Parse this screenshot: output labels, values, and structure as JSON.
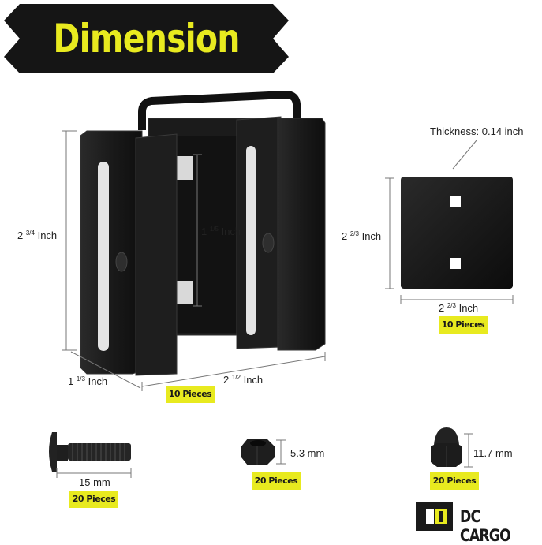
{
  "banner": {
    "title": "Dimension"
  },
  "bracket": {
    "height_label": "2 ",
    "height_frac": "3/4",
    "height_unit": " Inch",
    "inner_label": "1 ",
    "inner_frac": "1/5",
    "inner_unit": " Inch",
    "depth_label": "1 ",
    "depth_frac": "1/3",
    "depth_unit": " Inch",
    "width_label": "2 ",
    "width_frac": "1/2",
    "width_unit": " Inch",
    "quantity": "10 Pieces"
  },
  "plate": {
    "thickness_label": "Thickness: 0.14 inch",
    "height_label": "2 ",
    "height_frac": "2/3",
    "height_unit": " Inch",
    "width_label": "2 ",
    "width_frac": "2/3",
    "width_unit": " Inch",
    "quantity": "10 Pieces"
  },
  "bolt": {
    "length_label": "15 mm",
    "quantity": "20 Pieces"
  },
  "nut": {
    "height_label": "5.3 mm",
    "quantity": "20 Pieces"
  },
  "cap_nut": {
    "height_label": "11.7 mm",
    "quantity": "20 Pieces"
  },
  "brand": {
    "name": "DC CARGO"
  },
  "colors": {
    "accent": "#e8ea1f",
    "dark": "#1a1a1a"
  }
}
